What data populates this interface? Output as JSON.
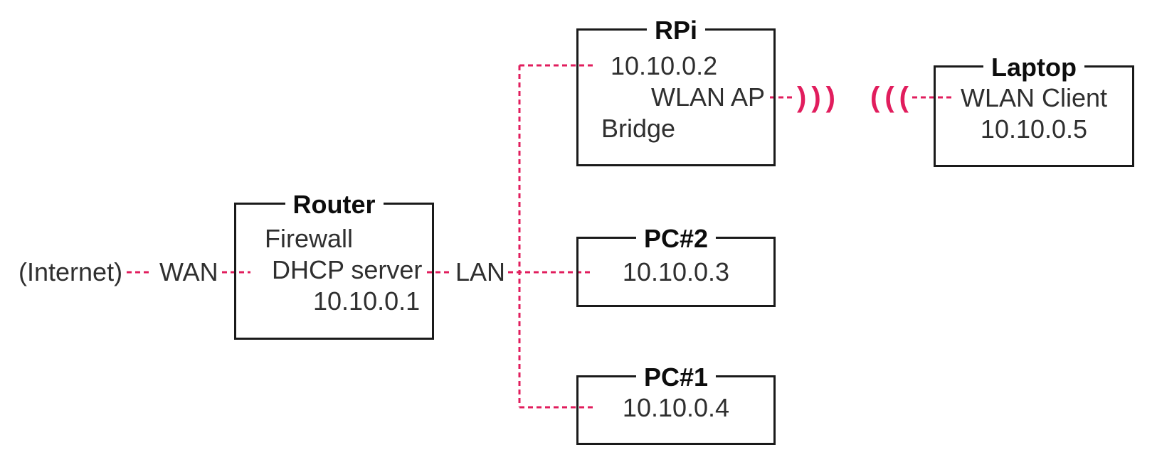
{
  "diagram": {
    "internet_label": "(Internet)",
    "wan_label": "WAN",
    "lan_label": "LAN",
    "wifi_ap_waves": ")))",
    "wifi_client_waves": "((("
  },
  "nodes": {
    "router": {
      "title": "Router",
      "lines": [
        "Firewall",
        "DHCP server",
        "10.10.0.1"
      ]
    },
    "rpi": {
      "title": "RPi",
      "lines": [
        "10.10.0.2",
        "WLAN AP",
        "Bridge"
      ]
    },
    "laptop": {
      "title": "Laptop",
      "lines": [
        "WLAN Client",
        "10.10.0.5"
      ]
    },
    "pc2": {
      "title": "PC#2",
      "lines": [
        "10.10.0.3"
      ]
    },
    "pc1": {
      "title": "PC#1",
      "lines": [
        "10.10.0.4"
      ]
    }
  },
  "colors": {
    "connector": "#e11d5d",
    "box-border": "#1a1a1a",
    "title-text": "#0d0d0d",
    "body-text": "#2f2f2f",
    "background": "#ffffff"
  }
}
